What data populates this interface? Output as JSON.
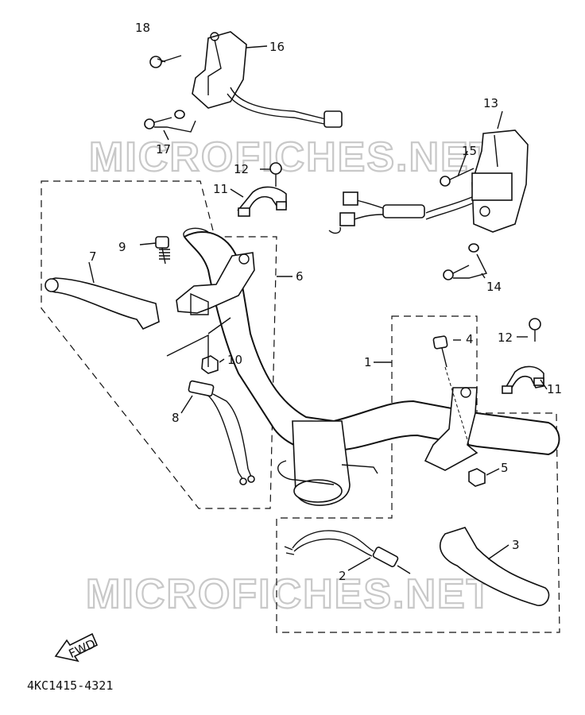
{
  "diagram": {
    "parts": {
      "p1": "1",
      "p2": "2",
      "p3": "3",
      "p4": "4",
      "p5": "5",
      "p6": "6",
      "p7": "7",
      "p8": "8",
      "p9": "9",
      "p10": "10",
      "p11a": "11",
      "p11b": "11",
      "p12a": "12",
      "p12b": "12",
      "p13": "13",
      "p14": "14",
      "p15": "15",
      "p16": "16",
      "p17": "17",
      "p18": "18"
    },
    "watermark_top": "MICROFICHES.NET",
    "watermark_bottom": "MICROFICHES.NET",
    "fwd_label": "FWD",
    "drawing_code": "4KC1415-4321"
  }
}
